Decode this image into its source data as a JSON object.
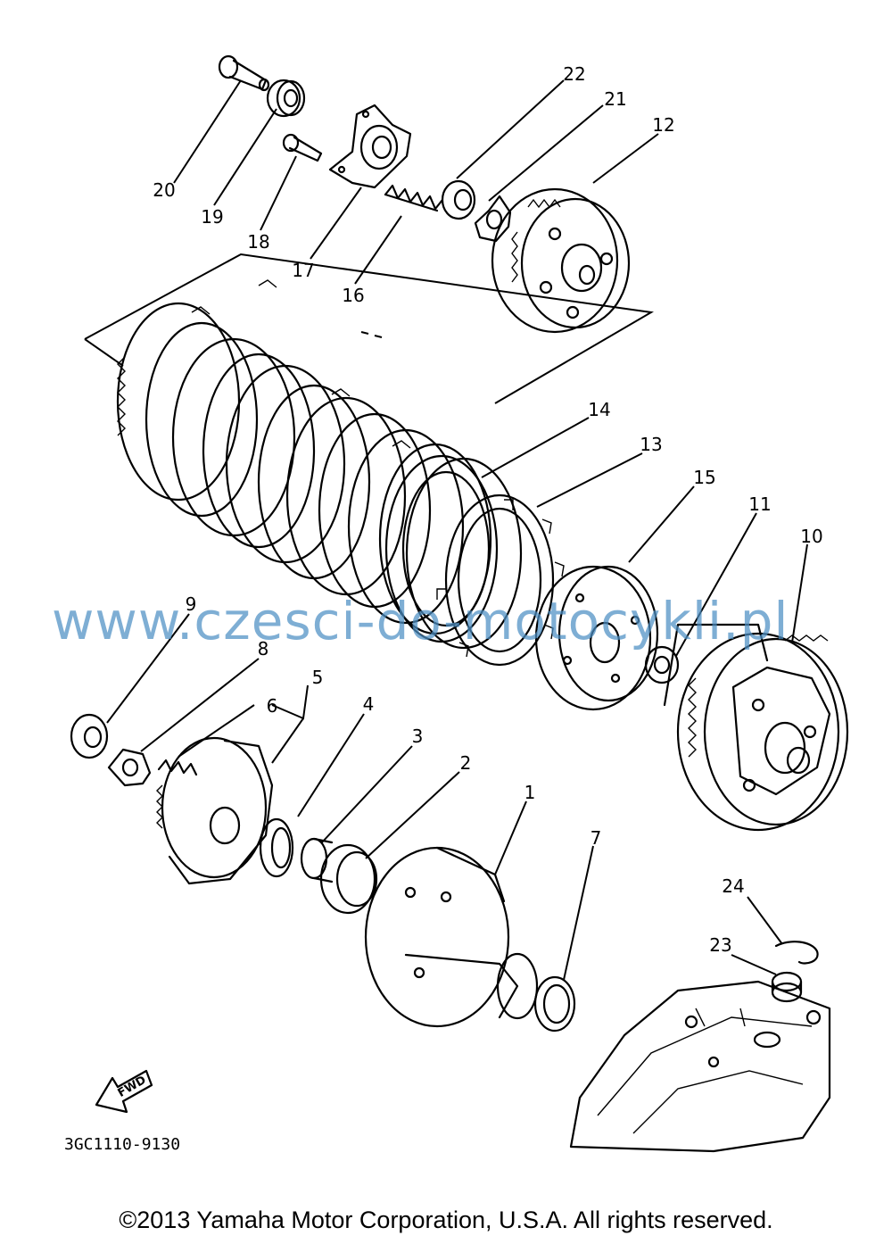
{
  "watermark": "www.czesci-do-motocykli.pl",
  "document_code": "3GC1110-9130",
  "direction_label": "FWD",
  "copyright": "©2013 Yamaha Motor Corporation, U.S.A. All rights reserved.",
  "callouts": [
    "1",
    "2",
    "3",
    "4",
    "5",
    "6",
    "7",
    "8",
    "9",
    "10",
    "11",
    "12",
    "13",
    "14",
    "15",
    "16",
    "17",
    "18",
    "19",
    "20",
    "21",
    "22",
    "23",
    "24"
  ],
  "colors": {
    "watermark": "#4d8fc4",
    "line": "#000000"
  }
}
